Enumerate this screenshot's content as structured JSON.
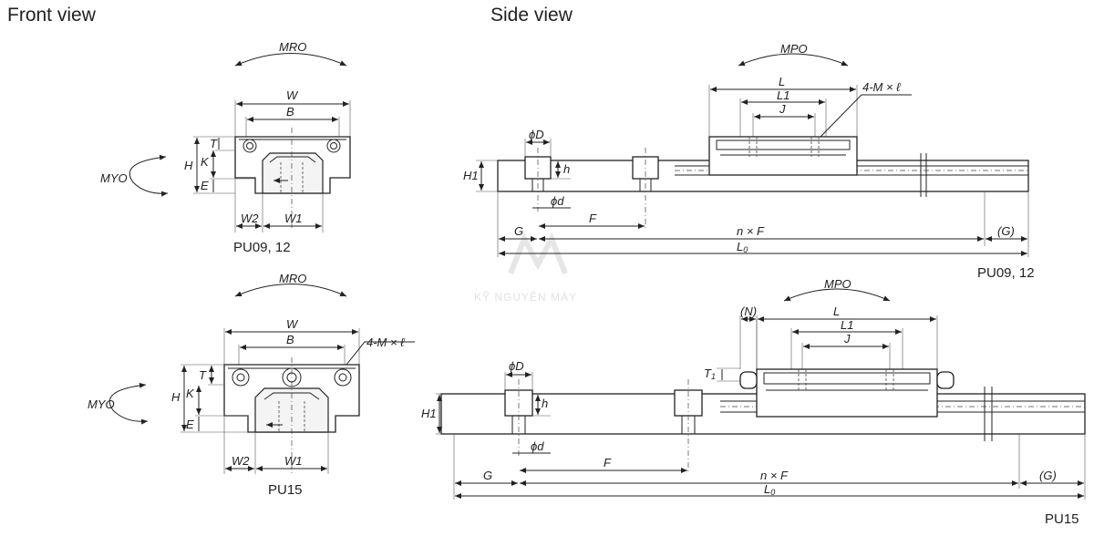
{
  "titles": {
    "front": "Front view",
    "side": "Side view"
  },
  "captions": {
    "front_small": "PU09, 12",
    "front_large": "PU15",
    "side_small": "PU09, 12",
    "side_large": "PU15"
  },
  "moments": {
    "roll": "MRO",
    "yaw": "MYO",
    "pitch": "MPO"
  },
  "dims": {
    "W": "W",
    "B": "B",
    "T": "T",
    "H": "H",
    "K": "K",
    "E": "E",
    "W1": "W1",
    "W2": "W2",
    "L": "L",
    "L1": "L1",
    "J": "J",
    "phiD": "ϕD",
    "phid": "ϕd",
    "h": "h",
    "H1": "H1",
    "F": "F",
    "G": "G",
    "nF": "n × F",
    "Gp": "(G)",
    "L0": "L0",
    "N": "(N)",
    "T1": "T1",
    "screw": "4-M × ℓ"
  },
  "watermark": "KỸ NGUYÊN MÁY"
}
